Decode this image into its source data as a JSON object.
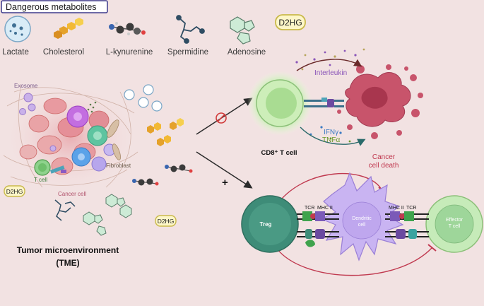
{
  "header": {
    "title": "Dangerous metabolites"
  },
  "metabolites": [
    {
      "label": "Lactate",
      "icon": "lactate-icon"
    },
    {
      "label": "Cholesterol",
      "icon": "cholesterol-icon"
    },
    {
      "label": "L-kynurenine",
      "icon": "kynurenine-molecule-icon"
    },
    {
      "label": "Spermidine",
      "icon": "spermidine-molecule-icon"
    },
    {
      "label": "Adenosine",
      "icon": "adenosine-molecule-icon"
    }
  ],
  "d2hg_badge": "D2HG",
  "tme": {
    "exosome": "Exosome",
    "fibroblast": "Fibroblast",
    "t_cell": "T cell",
    "cancer_cell": "Cancer cell",
    "d2hg_left": "D2HG",
    "d2hg_bottom": "D2HG",
    "title_line1": "Tumor microenvironment",
    "title_line2": "(TME)"
  },
  "top_panel": {
    "interleukin": "Interleukin",
    "ifn": "IFNγ",
    "tnf": "TNFα",
    "cd8_label": "CD8⁺ T cell",
    "cancer_death_line1": "Cancer",
    "cancer_death_line2": "cell death"
  },
  "bottom_panel": {
    "treg": "Treg",
    "tcr_left": "TCR",
    "mhc_left": "MHC II",
    "dendritic_line1": "Dendritic",
    "dendritic_line2": "cell",
    "mhc_right": "MHC II",
    "tcr_right": "TCR",
    "effector_line1": "Effector",
    "effector_line2": "T cell",
    "plus": "+"
  },
  "colors": {
    "background": "#f2e2e2",
    "header_border": "#3d3a8c",
    "d2hg_fill": "#fdf6c8",
    "d2hg_border": "#c9b94a",
    "treg": "#3e8c78",
    "effector": "#9ed69a",
    "dendritic": "#c9b4f2",
    "cancer": "#c8546b",
    "inhibit": "#d13a3a",
    "ifn": "#3b7ac4",
    "tnf": "#6a9a2a",
    "interleukin": "#8a55b8"
  }
}
